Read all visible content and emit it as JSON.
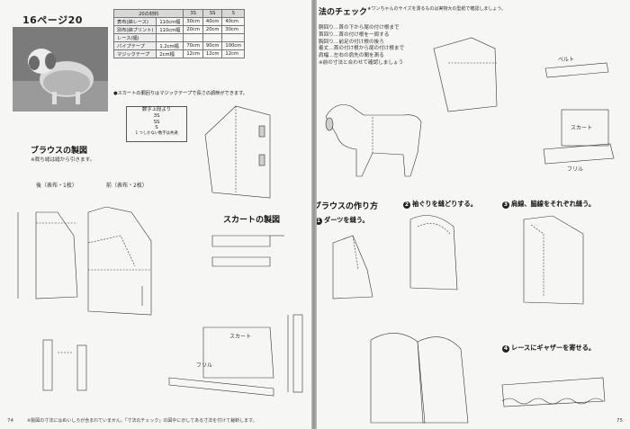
{
  "left": {
    "title": "16ページ20",
    "table": {
      "head": [
        "20の材料",
        "3S",
        "SS",
        "S"
      ],
      "rows": [
        [
          "表布(綿レース)",
          "110cm幅",
          "30cm",
          "40cm",
          "40cm"
        ],
        [
          "別布(綿プリント)",
          "110cm幅",
          "20cm",
          "20cm",
          "30cm"
        ],
        [
          "レース(幅)",
          "",
          "",
          "",
          ""
        ],
        [
          "パイプテープ",
          "1.2cm幅",
          "70cm",
          "90cm",
          "100cm"
        ],
        [
          "マジックテープ",
          "2cm幅",
          "12cm",
          "12cm",
          "12cm"
        ]
      ],
      "note": "●スカートの胴回りはマジックテープで長さの調節ができます。"
    },
    "sizebox": {
      "head": "数字上段より",
      "lines": [
        "3S",
        "SS",
        "S"
      ],
      "foot": "1 つしかない数字は共通"
    },
    "blouse_title": "ブラウスの製図",
    "blouse_sub": "※裁ち縫は縫から引きます。",
    "skirt_title": "スカートの製図",
    "page_number": "74",
    "footnote": "※製図の寸法にはぬいしろが含まれていません。「寸法のチェック」の図中に示してある寸法を付けて裁断します。"
  },
  "right": {
    "header": "法のチェック",
    "header_sub": "★ワンちゃんのサイズを測るものは実物大の型紙で確認しましょう。",
    "blouse_make": "ブラウスの作り方",
    "step1": "ダーツを縫う。",
    "step2": "袖ぐりを縫どりする。",
    "step3": "肩線、脇線をそれぞれ縫う。",
    "step4": "レースにギャザーを寄せる。",
    "label_belt": "ベルト",
    "label_skirt": "スカート",
    "label_frill": "フリル",
    "page_number": "75"
  }
}
